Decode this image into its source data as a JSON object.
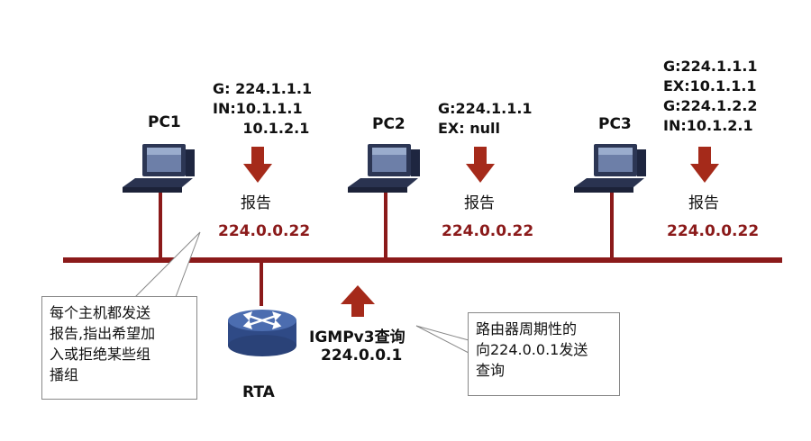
{
  "hosts": [
    {
      "name": "PC1",
      "info": "G: 224.1.1.1\nIN:10.1.1.1\n      10.1.2.1",
      "report": "报告",
      "report_addr": "224.0.0.22"
    },
    {
      "name": "PC2",
      "info": "G:224.1.1.1\nEX: null",
      "report": "报告",
      "report_addr": "224.0.0.22"
    },
    {
      "name": "PC3",
      "info": "G:224.1.1.1\nEX:10.1.1.1\nG:224.1.2.2\nIN:10.1.2.1",
      "report": "报告",
      "report_addr": "224.0.0.22"
    }
  ],
  "router": {
    "name": "RTA",
    "query_label": "IGMPv3查询",
    "query_addr": "224.0.0.1"
  },
  "callouts": {
    "left": "每个主机都发送\n报告,指出希望加\n入或拒绝某些组\n播组",
    "right": "路由器周期性的\n向224.0.0.1发送\n查询"
  },
  "colors": {
    "bus": "#8b1a1a",
    "arrow": "#a52a1a",
    "address": "#8b1a1a"
  }
}
